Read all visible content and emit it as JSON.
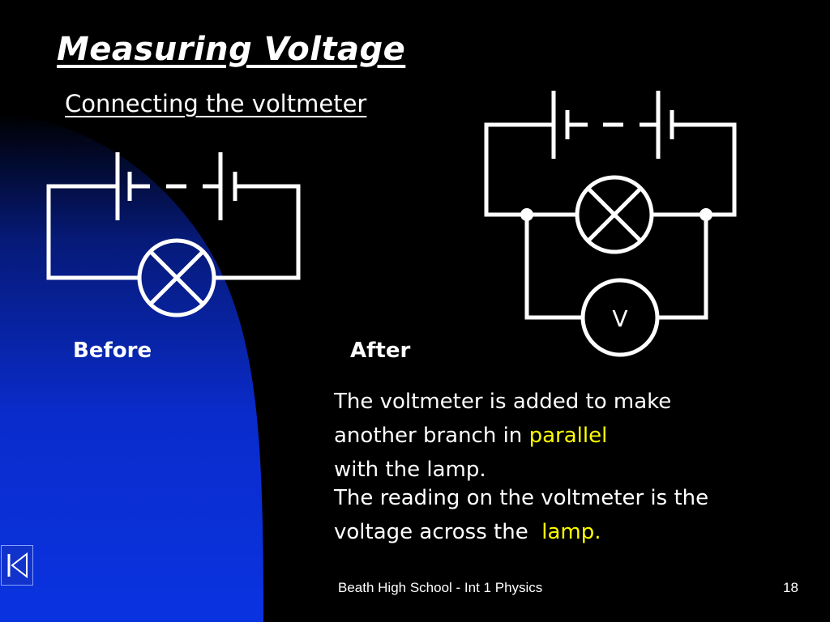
{
  "slide": {
    "title": "Measuring Voltage",
    "subtitle": "Connecting the voltmeter",
    "label_before": "Before",
    "label_after": "After",
    "paragraph1": {
      "text1": "The voltmeter is added to make",
      "text2": "another branch in ",
      "highlight": "parallel",
      "text3": "with the lamp."
    },
    "paragraph2": {
      "text1": "The reading on the voltmeter is the",
      "text2": "voltage across the  ",
      "highlight": "lamp."
    },
    "voltmeter_symbol": "V",
    "footer": "Beath High School - Int 1 Physics",
    "slide_number": "18",
    "nav_icon": "first-slide-icon"
  },
  "colors": {
    "background": "#000000",
    "gradient_panel": "#0a2fd6",
    "text": "#ffffff",
    "highlight": "#ffff00"
  }
}
